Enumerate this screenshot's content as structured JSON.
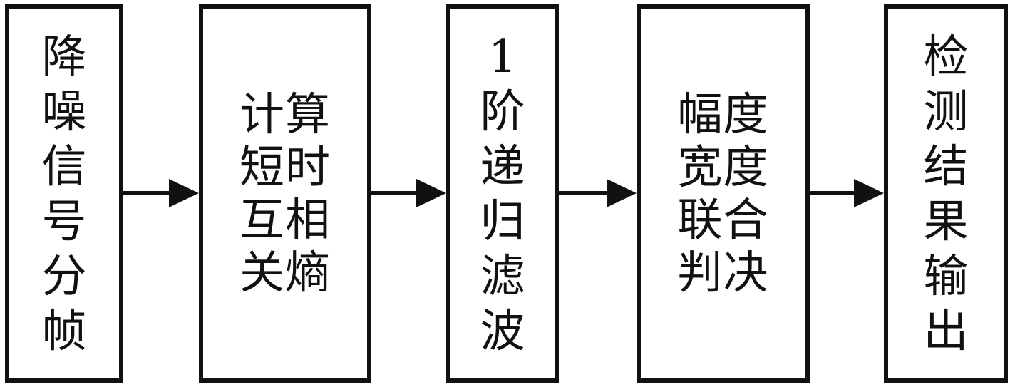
{
  "diagram": {
    "type": "flowchart",
    "orientation": "horizontal",
    "background_color": "#ffffff",
    "stroke_color": "#111111",
    "nodes": [
      {
        "id": "node-1",
        "label": "降噪信号分帧",
        "text_layout": "vertical-one-char-per-line",
        "lines": [
          "降",
          "噪",
          "信",
          "号",
          "分",
          "帧"
        ]
      },
      {
        "id": "node-2",
        "label": "计算短时互相关熵",
        "text_layout": "two-chars-per-line",
        "lines": [
          "计算",
          "短时",
          "互相",
          "关熵"
        ]
      },
      {
        "id": "node-3",
        "label": "1阶递归滤波",
        "text_layout": "vertical-one-char-per-line",
        "lines": [
          "1",
          "阶",
          "递",
          "归",
          "滤",
          "波"
        ]
      },
      {
        "id": "node-4",
        "label": "幅度宽度联合判决",
        "text_layout": "two-chars-per-line",
        "lines": [
          "幅度",
          "宽度",
          "联合",
          "判决"
        ]
      },
      {
        "id": "node-5",
        "label": "检测结果输出",
        "text_layout": "vertical-one-char-per-line",
        "lines": [
          "检",
          "测",
          "结",
          "果",
          "输",
          "出"
        ]
      }
    ],
    "edges": [
      {
        "from": "node-1",
        "to": "node-2",
        "direction": "right",
        "style": "solid-arrow"
      },
      {
        "from": "node-2",
        "to": "node-3",
        "direction": "right",
        "style": "solid-arrow"
      },
      {
        "from": "node-3",
        "to": "node-4",
        "direction": "right",
        "style": "solid-arrow"
      },
      {
        "from": "node-4",
        "to": "node-5",
        "direction": "right",
        "style": "solid-arrow"
      }
    ]
  }
}
